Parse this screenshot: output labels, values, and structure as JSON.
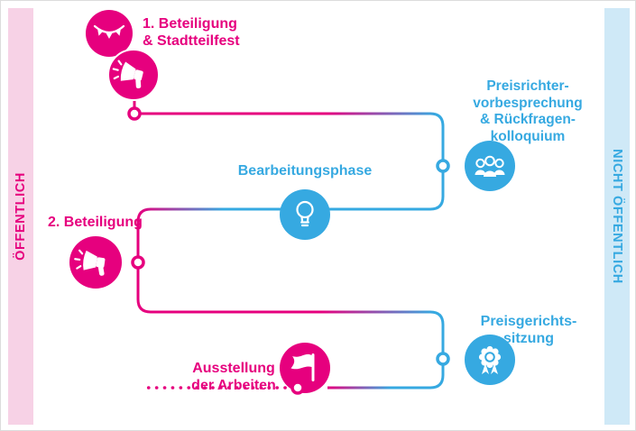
{
  "bands": {
    "left": {
      "label": "ÖFFENTLICH",
      "color": "#e6007e",
      "background": "#f7d2e6"
    },
    "right": {
      "label": "NICHT ÖFFENTLICH",
      "color": "#36a9e1",
      "background": "#cfe9f7"
    }
  },
  "stages": {
    "beteiligung1": {
      "label": "1. Beteiligung\n& Stadtteilfest",
      "side": "öffentlich",
      "icons": [
        "garland-icon",
        "megaphone-icon"
      ],
      "color": "#e6007e"
    },
    "preisrichter": {
      "label": "Preisrichter-\nvorbesprechung\n& Rückfragen-\nkolloquium",
      "side": "nicht öffentlich",
      "icons": [
        "people-icon"
      ],
      "color": "#36a9e1"
    },
    "bearbeitung": {
      "label": "Bearbeitungsphase",
      "side": "nicht öffentlich",
      "icons": [
        "lightbulb-icon"
      ],
      "color": "#36a9e1"
    },
    "beteiligung2": {
      "label": "2. Beteiligung",
      "side": "öffentlich",
      "icons": [
        "megaphone-icon"
      ],
      "color": "#e6007e"
    },
    "preisgericht": {
      "label": "Preisgerichts-\nsitzung",
      "side": "nicht öffentlich",
      "icons": [
        "award-icon"
      ],
      "color": "#36a9e1"
    },
    "ausstellung": {
      "label": "Ausstellung\nder Arbeiten",
      "side": "öffentlich",
      "icons": [
        "flag-icon"
      ],
      "color": "#e6007e"
    }
  },
  "colors": {
    "pink": "#e6007e",
    "blue": "#36a9e1",
    "pink_band": "#f7d2e6",
    "blue_band": "#cfe9f7"
  }
}
